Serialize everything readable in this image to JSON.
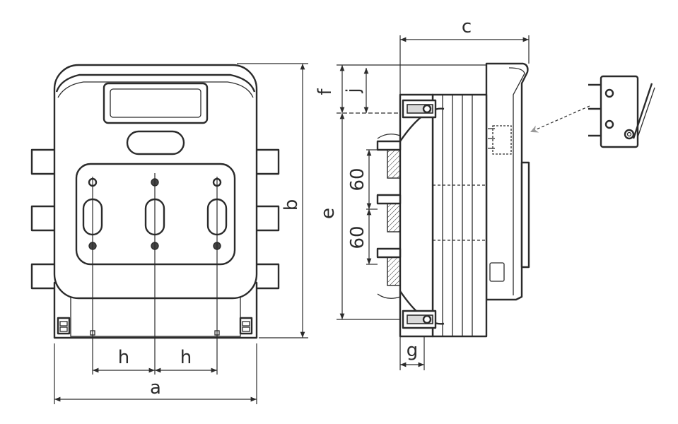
{
  "labels": {
    "a": "a",
    "b": "b",
    "c": "c",
    "e": "e",
    "f": "f",
    "g": "g",
    "h_left": "h",
    "h_right": "h",
    "j": "j",
    "spacing_upper": "60",
    "spacing_lower": "60"
  },
  "colors": {
    "line": "#2b2b2b",
    "background": "#ffffff",
    "auxiliary_arrow": "#9a9a9a"
  }
}
